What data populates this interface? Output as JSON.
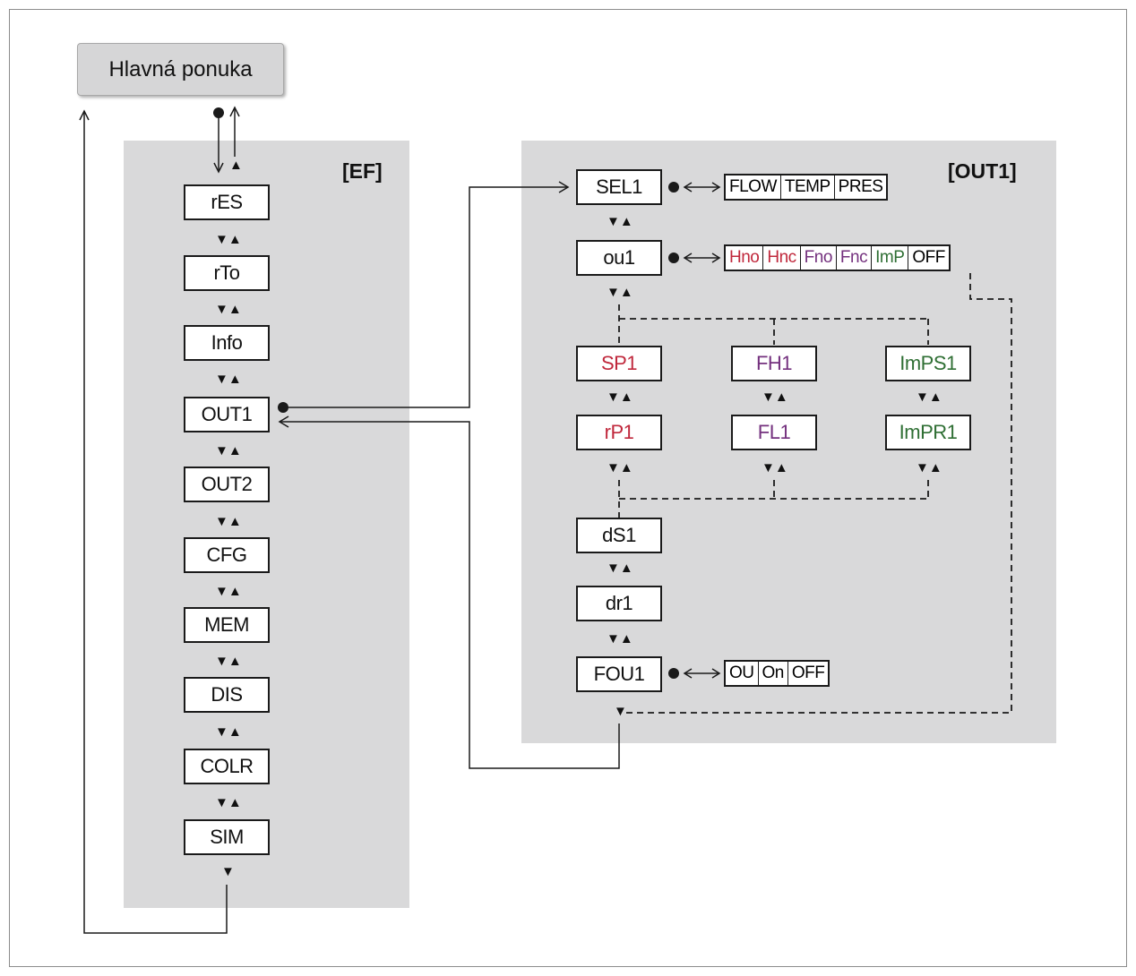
{
  "main_menu": {
    "label": "Hlavná ponuka"
  },
  "ef_panel": {
    "label": "[EF]",
    "items": [
      "rES",
      "rTo",
      "Info",
      "OUT1",
      "OUT2",
      "CFG",
      "MEM",
      "DIS",
      "COLR",
      "SIM"
    ]
  },
  "out1_panel": {
    "label": "[OUT1]",
    "sel1": {
      "label": "SEL1",
      "options": [
        "FLOW",
        "TEMP",
        "PRES"
      ]
    },
    "ou1": {
      "label": "ou1",
      "options": [
        "Hno",
        "Hnc",
        "Fno",
        "Fnc",
        "ImP",
        "OFF"
      ]
    },
    "hysteresis": {
      "sp": "SP1",
      "rp": "rP1"
    },
    "window": {
      "fh": "FH1",
      "fl": "FL1"
    },
    "pulse": {
      "imps": "ImPS1",
      "impr": "ImPR1"
    },
    "ds1": "dS1",
    "dr1": "dr1",
    "fou1": {
      "label": "FOU1",
      "options": [
        "OU",
        "On",
        "OFF"
      ]
    }
  },
  "colors": {
    "hysteresis": "#c0283c",
    "window": "#74317e",
    "pulse": "#2f6f34",
    "panel": "#d9d9da"
  },
  "glyphs": {
    "down_up": "▼▲",
    "down": "▼",
    "up": "▲",
    "dot": "●",
    "left_right": "<->"
  }
}
